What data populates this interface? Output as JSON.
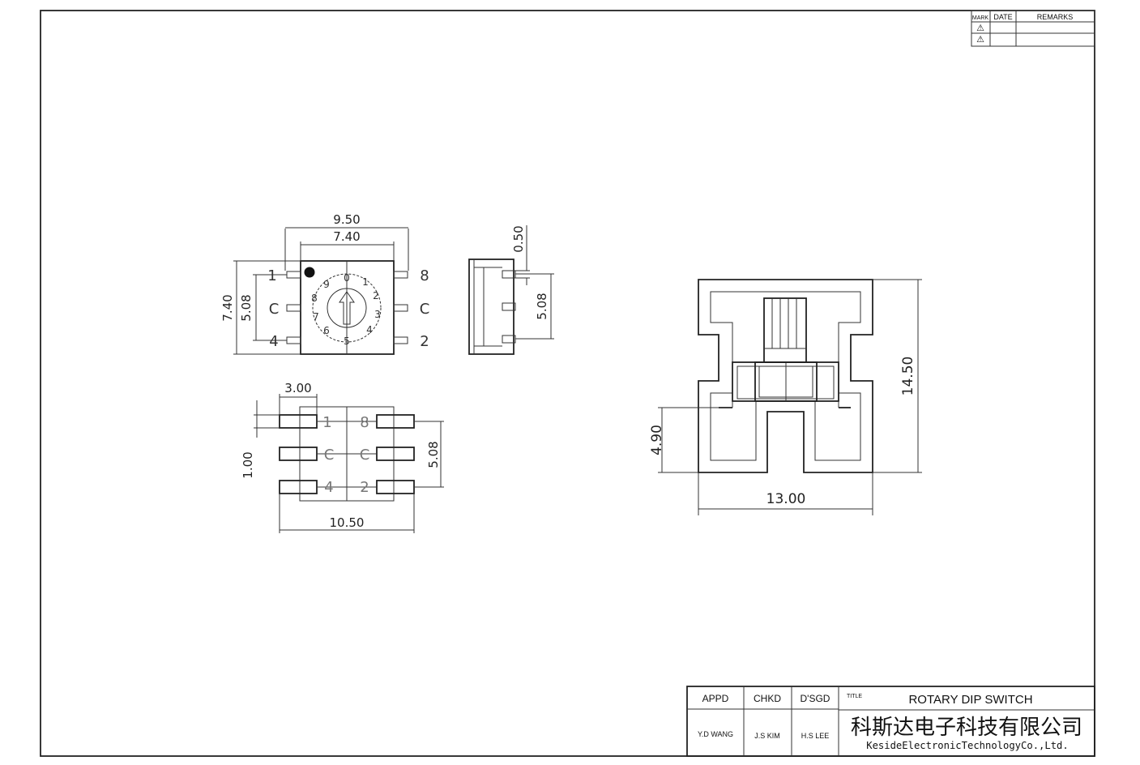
{
  "revision_table": {
    "headers": [
      "MARK",
      "DATE",
      "REMARKS"
    ],
    "rows": [
      {
        "mark": "⚠",
        "date": "",
        "remarks": ""
      },
      {
        "mark": "⚠",
        "date": "",
        "remarks": ""
      }
    ]
  },
  "top_view": {
    "dim_outer_width": "9.50",
    "dim_body_width": "7.40",
    "dim_height": "7.40",
    "dim_pitch": "5.08",
    "pins_left": [
      "1",
      "C",
      "4"
    ],
    "pins_right": [
      "8",
      "C",
      "2"
    ],
    "dial_numbers": [
      "0",
      "1",
      "2",
      "3",
      "4",
      "5",
      "6",
      "7",
      "8",
      "9"
    ]
  },
  "side_view": {
    "dim_thickness": "0.50",
    "dim_pitch": "5.08"
  },
  "footprint": {
    "dim_pad_length": "3.00",
    "dim_pad_width": "1.00",
    "dim_pitch": "5.08",
    "dim_total_width": "10.50",
    "pins_left": [
      "1",
      "C",
      "4"
    ],
    "pins_right": [
      "8",
      "C",
      "2"
    ]
  },
  "tape_view": {
    "dim_height": "14.50",
    "dim_width": "13.00",
    "dim_pocket": "4.90"
  },
  "title_block": {
    "appd_label": "APPD",
    "chkd_label": "CHKD",
    "dsgd_label": "D'SGD",
    "title_label": "TITLE",
    "appd_value": "Y.D WANG",
    "chkd_value": "J.S KIM",
    "dsgd_value": "H.S LEE",
    "title": "ROTARY DIP SWITCH",
    "company_cn": "科斯达电子科技有限公司",
    "company_en": "KesideElectronicTechnologyCo.,Ltd."
  }
}
